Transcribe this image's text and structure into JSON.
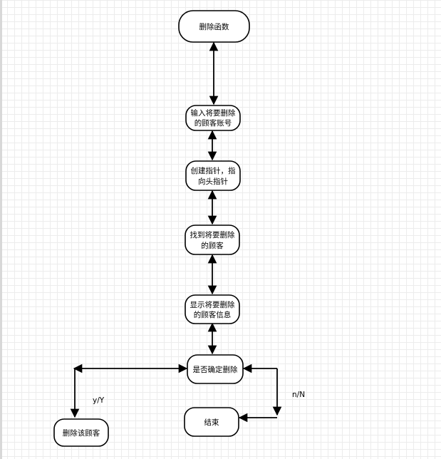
{
  "nodes": {
    "delete_function": {
      "lines": [
        "删除函数"
      ]
    },
    "input_account": {
      "lines": [
        "输入将要删除",
        "的顾客账号"
      ]
    },
    "create_pointer": {
      "lines": [
        "创建指针，指",
        "向头指针"
      ]
    },
    "find_customer": {
      "lines": [
        "找到将要删除",
        "的顾客"
      ]
    },
    "show_info": {
      "lines": [
        "显示将要删除",
        "的顾客信息"
      ]
    },
    "confirm_delete": {
      "lines": [
        "是否确定删除"
      ]
    },
    "end": {
      "lines": [
        "结束"
      ]
    },
    "delete_customer": {
      "lines": [
        "删除该顾客"
      ]
    }
  },
  "edge_labels": {
    "yes": "y/Y",
    "no": "n/N"
  }
}
